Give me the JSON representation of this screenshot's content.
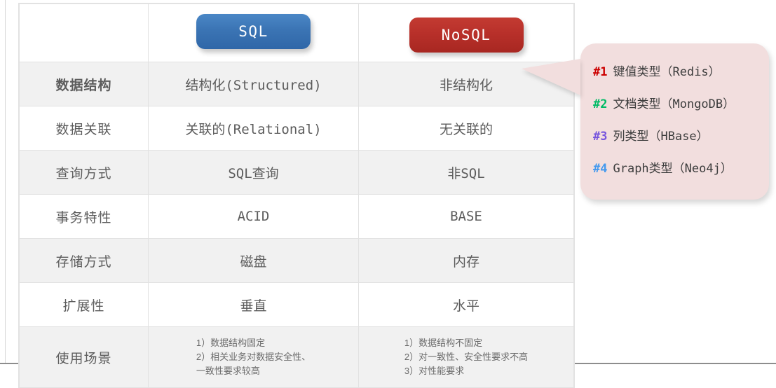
{
  "table": {
    "header": {
      "corner_label": "",
      "sql_label": "SQL",
      "nosql_label": "NoSQL",
      "sql_color": "#3b74b4",
      "nosql_color": "#b8302a"
    },
    "columns": [
      "",
      "SQL",
      "NoSQL"
    ],
    "rows": [
      {
        "label": "数据结构",
        "bold": true,
        "sql": "结构化(Structured)",
        "nosql": "非结构化",
        "zebra": true
      },
      {
        "label": "数据关联",
        "bold": false,
        "sql": "关联的(Relational)",
        "nosql": "无关联的",
        "zebra": false
      },
      {
        "label": "查询方式",
        "bold": false,
        "sql": "SQL查询",
        "nosql": "非SQL",
        "zebra": true
      },
      {
        "label": "事务特性",
        "bold": false,
        "sql": "ACID",
        "nosql": "BASE",
        "zebra": false
      },
      {
        "label": "存储方式",
        "bold": false,
        "sql": "磁盘",
        "nosql": "内存",
        "zebra": true
      },
      {
        "label": "扩展性",
        "bold": false,
        "sql": "垂直",
        "nosql": "水平",
        "zebra": false
      }
    ],
    "usecase_row": {
      "label": "使用场景",
      "zebra": true,
      "sql_lines": [
        "1）数据结构固定",
        "2）相关业务对数据安全性、",
        "一致性要求较高"
      ],
      "nosql_lines": [
        "1）数据结构不固定",
        "2）对一致性、安全性要求不高",
        "3）对性能要求"
      ]
    }
  },
  "callout": {
    "background": "#f2dede",
    "items": [
      {
        "num": "#1",
        "num_color": "#cc0000",
        "text": "键值类型（Redis）"
      },
      {
        "num": "#2",
        "num_color": "#00bb66",
        "text": "文档类型（MongoDB）"
      },
      {
        "num": "#3",
        "num_color": "#7755dd",
        "text": "列类型（HBase）"
      },
      {
        "num": "#4",
        "num_color": "#4499ee",
        "text": "Graph类型（Neo4j）"
      }
    ]
  }
}
